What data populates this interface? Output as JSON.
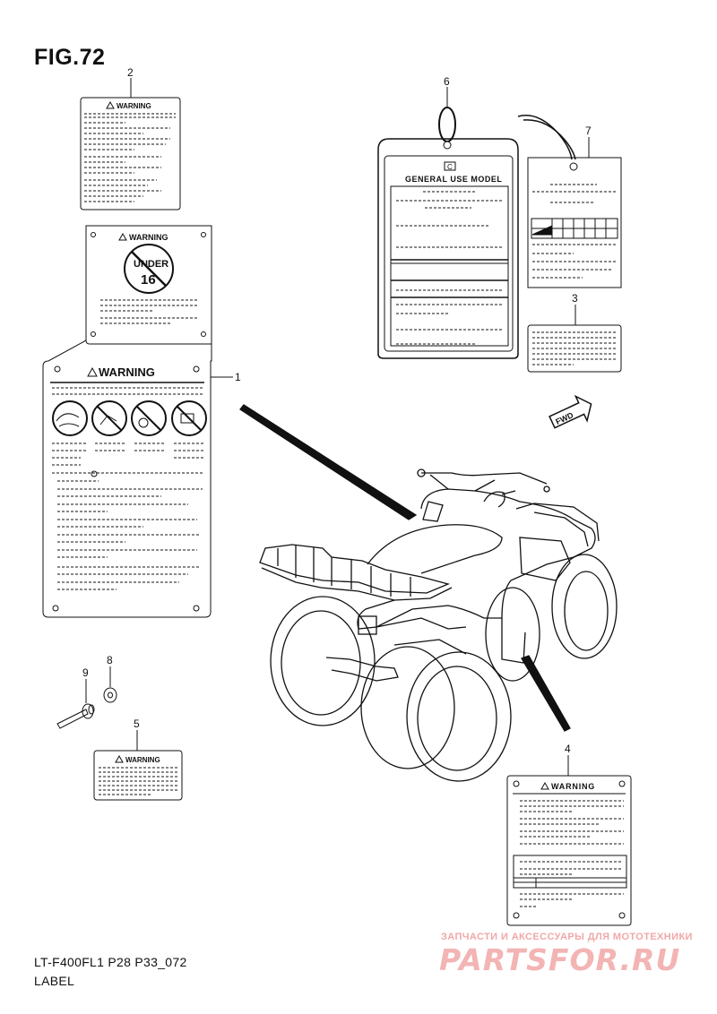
{
  "figure": {
    "title": "FIG.72",
    "code": "LT-F400FL1 P28 P33_072",
    "name": "LABEL"
  },
  "callouts": [
    "1",
    "2",
    "3",
    "4",
    "5",
    "6",
    "7",
    "8",
    "9"
  ],
  "labels": {
    "warning_text": "WARNING",
    "under_line1": "UNDER",
    "under_line2": "16",
    "general_use": "GENERAL USE MODEL",
    "tag_logo": "C",
    "fwd": "FWD"
  },
  "watermark": {
    "tagline": "ЗАПЧАСТИ И АКСЕССУАРЫ ДЛЯ МОТОТЕХНИКИ",
    "logo": "PARTSFOR.RU"
  }
}
